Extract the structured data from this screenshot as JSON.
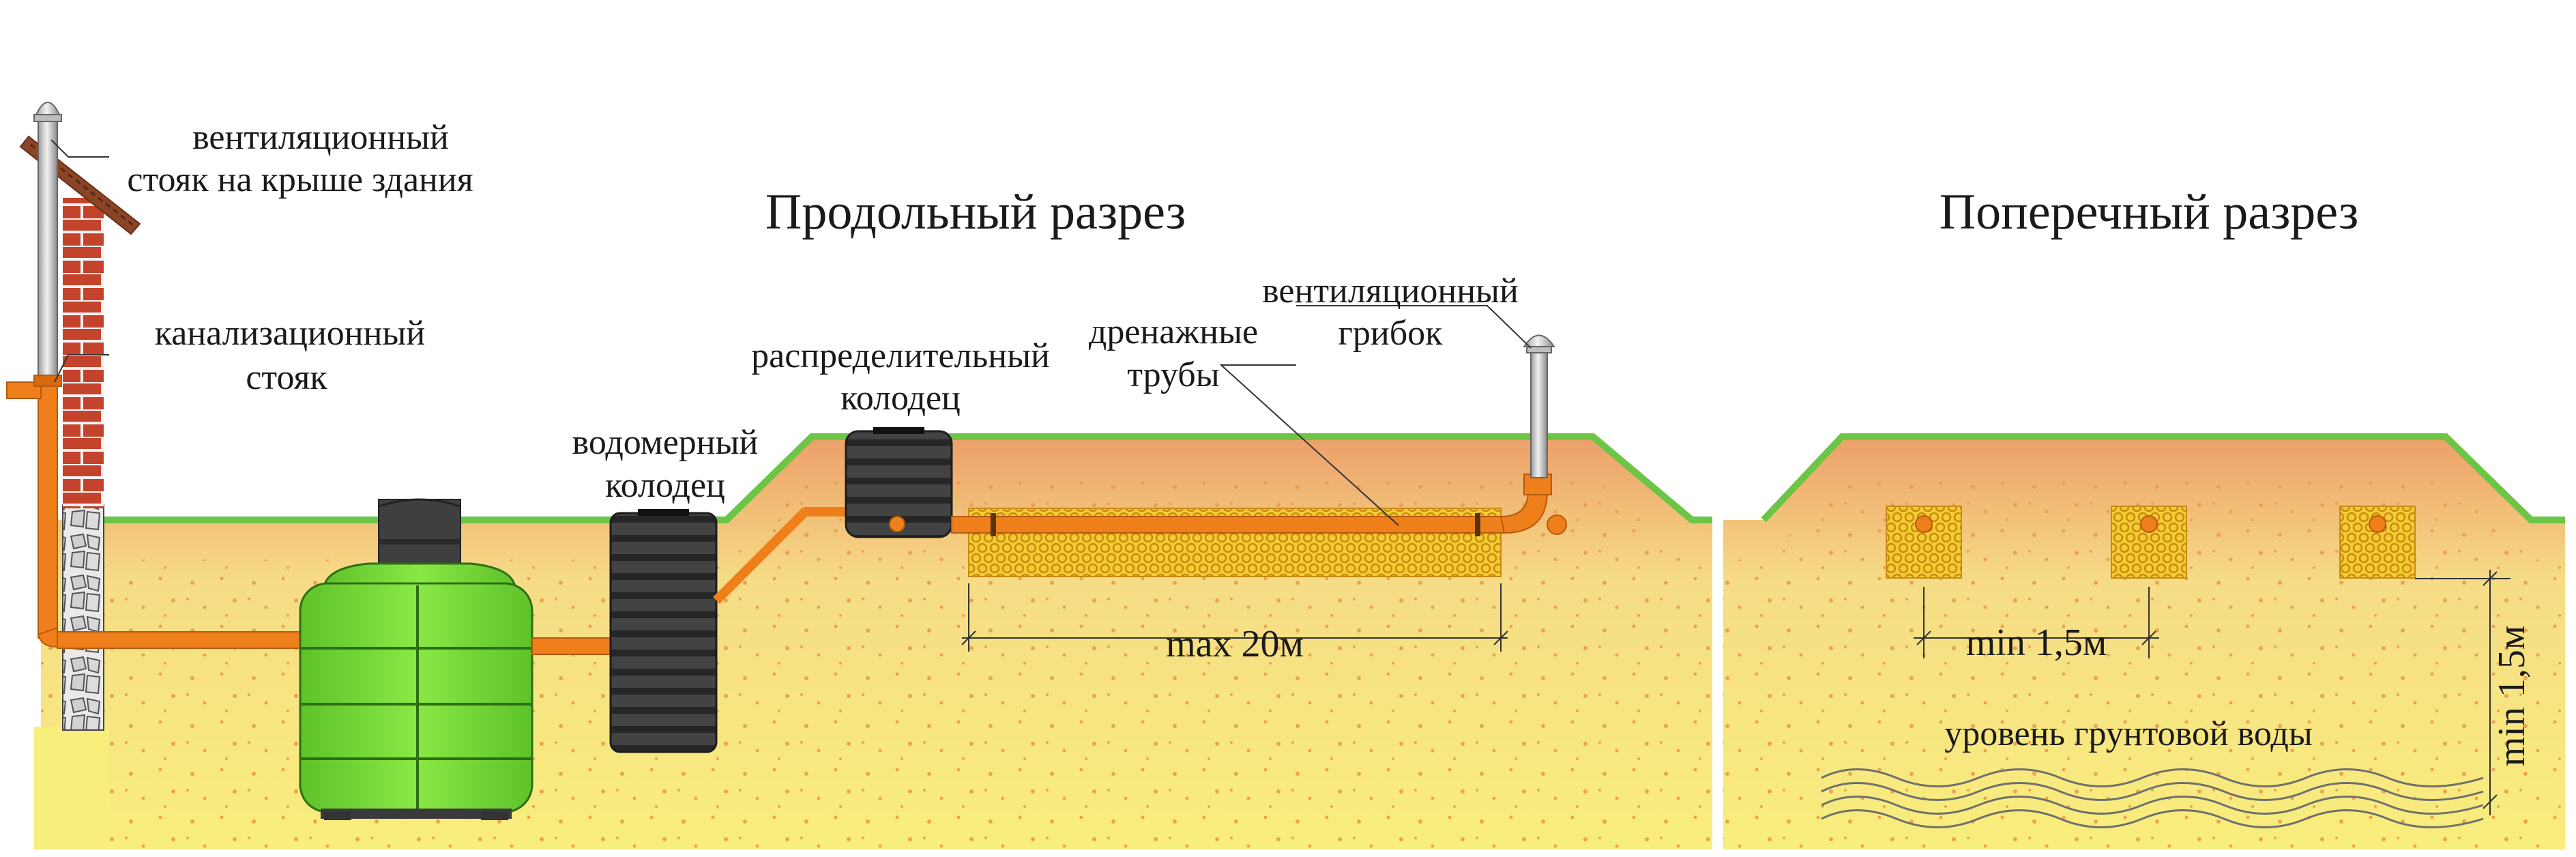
{
  "titles": {
    "longitudinal": "Продольный разрез",
    "cross": "Поперечный разрез"
  },
  "labels": {
    "vent_riser_line1": "вентиляционный",
    "vent_riser_line2": "стояк на крыше здания",
    "sewer_riser_line1": "канализационный",
    "sewer_riser_line2": "стояк",
    "water_meter_well_line1": "водомерный",
    "water_meter_well_line2": "колодец",
    "distribution_well_line1": "распределительный",
    "distribution_well_line2": "колодец",
    "drain_pipes_line1": "дренажные",
    "drain_pipes_line2": "трубы",
    "vent_cap_line1": "вентиляционный",
    "vent_cap_line2": "грибок",
    "max_length": "max 20м",
    "min_spacing": "min 1,5м",
    "min_depth": "min 1,5м",
    "groundwater": "уровень грунтовой воды"
  },
  "icons": {
    "septic_tank": "septic-tank-icon",
    "vent_cap": "vent-cap-icon",
    "chimney": "brick-chimney-icon"
  },
  "colors": {
    "soil": "#f7ec7a",
    "soil_top": "#eea56a",
    "grass": "#6cc545",
    "pipe": "#ef7f1a",
    "septic_tank": "#7ede3c",
    "well": "#3d3d3d",
    "brick": "#c8442c",
    "gravel": "#f1c630"
  }
}
